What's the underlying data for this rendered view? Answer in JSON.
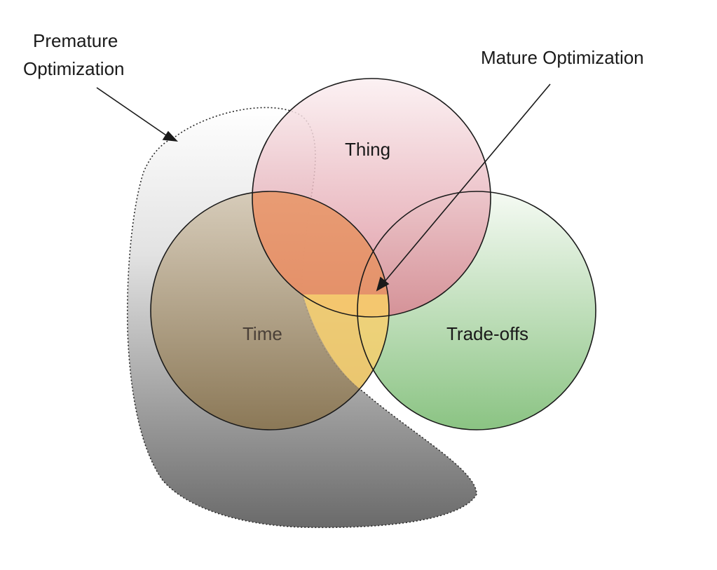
{
  "annotations": {
    "premature_line1": "Premature",
    "premature_line2": "Optimization",
    "mature": "Mature Optimization"
  },
  "circles": {
    "thing": "Thing",
    "time": "Time",
    "tradeoffs": "Trade-offs"
  },
  "colors": {
    "thing": "#d97f8c",
    "time": "#8f7a55",
    "tradeoffs": "#86c27e",
    "thing_time_overlap": "#e88f5c",
    "yellow_region": "#f7cf6a",
    "blob_dark": "#6e6e6e",
    "outline": "#1a1a1a"
  }
}
